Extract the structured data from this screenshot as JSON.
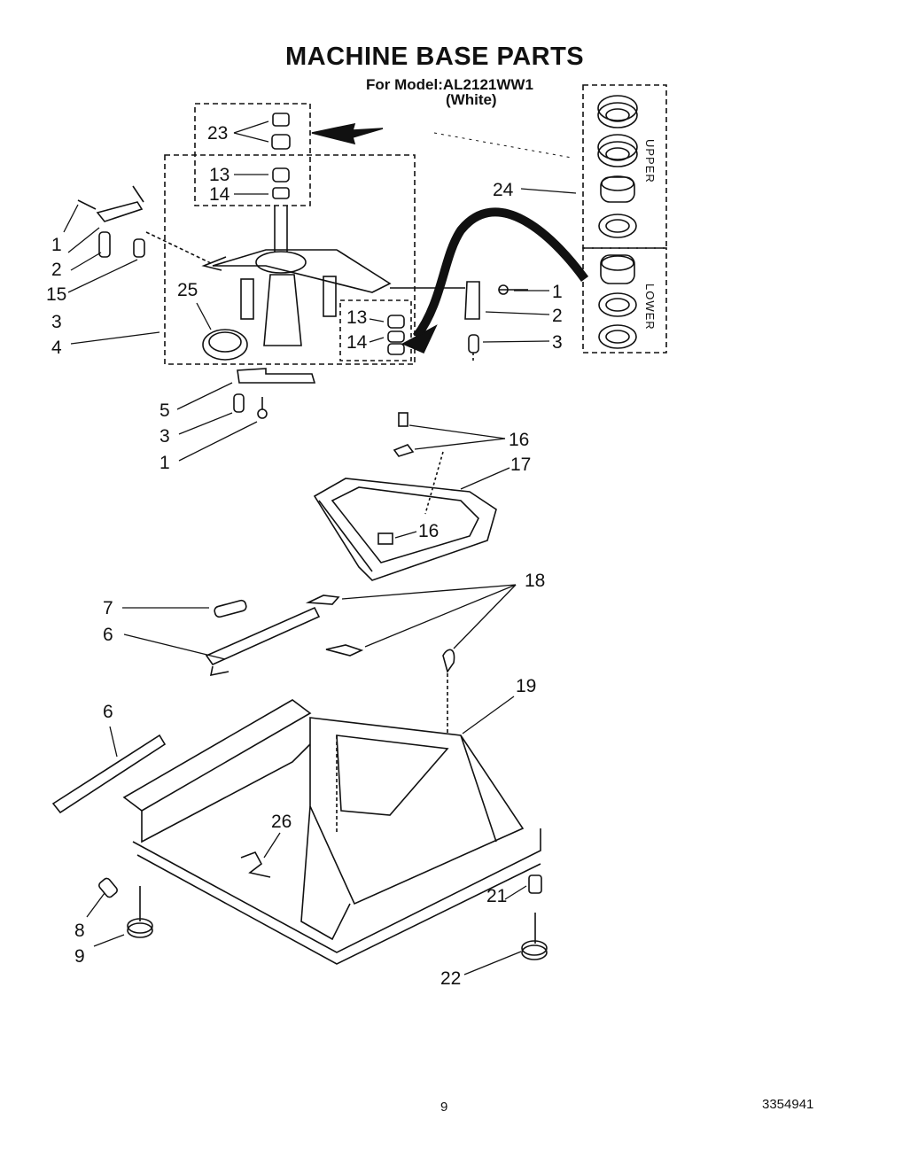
{
  "title": "MACHINE BASE PARTS",
  "model_line": "For Model:AL2121WW1",
  "color_line": "(White)",
  "upper_label": "UPPER",
  "lower_label": "LOWER",
  "callouts": {
    "c23": "23",
    "c13a": "13",
    "c14a": "14",
    "c1a": "1",
    "c2a": "2",
    "c15": "15",
    "c3a": "3",
    "c4": "4",
    "c25": "25",
    "c24": "24",
    "c1b": "1",
    "c2b": "2",
    "c3b": "3",
    "c13b": "13",
    "c14b": "14",
    "c5": "5",
    "c3c": "3",
    "c1c": "1",
    "c16a": "16",
    "c17": "17",
    "c16b": "16",
    "c18": "18",
    "c7": "7",
    "c6a": "6",
    "c6b": "6",
    "c19": "19",
    "c26": "26",
    "c8": "8",
    "c9": "9",
    "c21": "21",
    "c22": "22"
  },
  "page_number": "9",
  "doc_number": "3354941"
}
